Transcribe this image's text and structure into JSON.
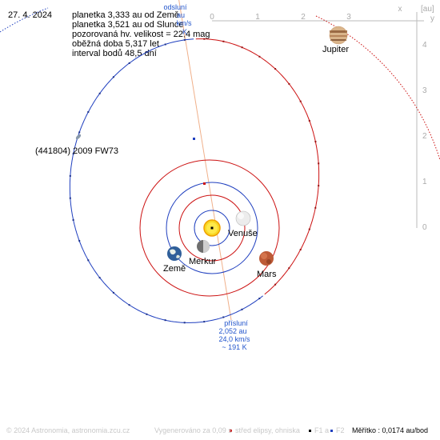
{
  "date": "27. 4. 2024",
  "info_lines": [
    "planetka 3,333 au od Země",
    "planetka 3,521 au od Slunce",
    "pozorovaná hv. velikost = 22,4 mag",
    "oběžná doba 5,317 let",
    "interval bodů 48,5 dní"
  ],
  "object_label": "(441804) 2009 FW73",
  "aphelion": {
    "lines": [
      "odsluní",
      "au",
      "km/s",
      "K"
    ]
  },
  "perihelion": {
    "lines": [
      "přísluní",
      "2,052 au",
      "24,0 km/s",
      "~ 191 K"
    ]
  },
  "axes": {
    "x_label": "x",
    "unit_label": "[au]",
    "y_label": "y",
    "x_ticks": [
      "0",
      "1",
      "2",
      "3"
    ],
    "y_ticks": [
      "4",
      "3",
      "2",
      "1",
      "0"
    ]
  },
  "planets": [
    {
      "name": "Venuše",
      "color": "#e9e9e4"
    },
    {
      "name": "Merkur",
      "color": "#777777"
    },
    {
      "name": "Země",
      "color": "#3a6fa8"
    },
    {
      "name": "Mars",
      "color": "#c0532e"
    },
    {
      "name": "Jupiter",
      "color": "#c79a6a"
    }
  ],
  "footer": {
    "copyright": "© 2024 Astronomia, astronomia.zcu.cz",
    "generated": "Vygenerováno za 0,09 s",
    "legend_center": "střed elipsy, ohniska",
    "legend_f1": "F1 a",
    "legend_f2": "F2",
    "scale": "Měřítko : 0,0174 au/bod"
  },
  "colors": {
    "orbit_blue": "#1f3fbf",
    "orbit_red": "#cc1111",
    "axis": "#b0b0b0",
    "label_blue": "#2255cc"
  }
}
